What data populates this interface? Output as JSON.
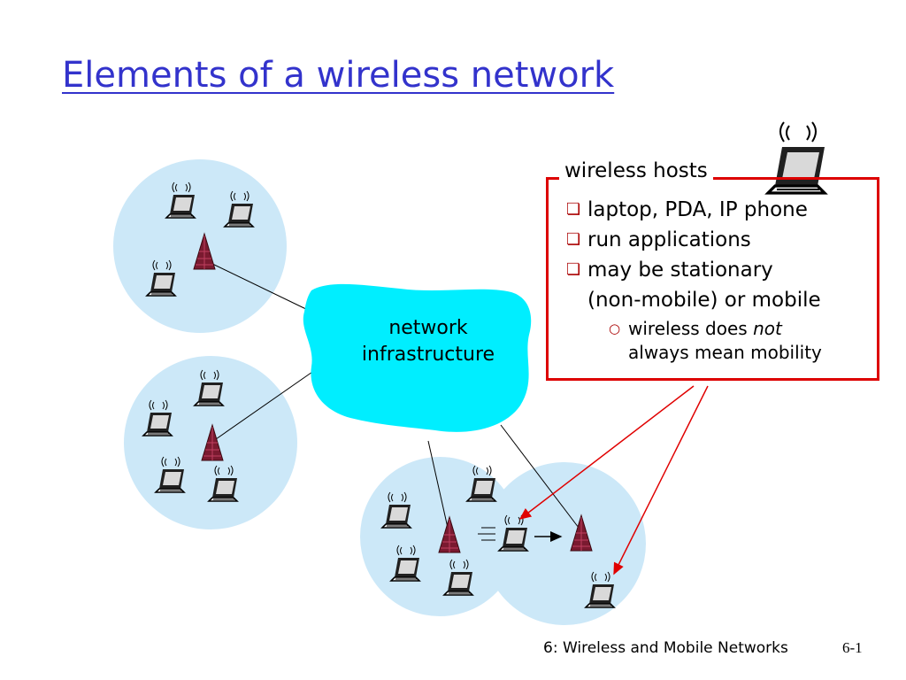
{
  "title": "Elements of a wireless network",
  "cloud_label_line1": "network",
  "cloud_label_line2": "infrastructure",
  "callout": {
    "heading": "wireless hosts",
    "bullets": [
      "laptop, PDA, IP phone",
      "run applications",
      "may be stationary\n(non-mobile) or mobile"
    ],
    "sub_bullet_pre": "wireless does ",
    "sub_bullet_em": "not",
    "sub_bullet_post": "always mean mobility"
  },
  "footer": "6: Wireless and Mobile Networks",
  "page_number": "6-1",
  "colors": {
    "title": "#3333cc",
    "cloud": "#00eeff",
    "cell": "#cce8f8",
    "base_station": "#7a1a30",
    "callout_border": "#dd0000"
  },
  "icons": {
    "host": "laptop-icon",
    "base_station": "base-station-icon",
    "cloud": "cloud-icon"
  }
}
